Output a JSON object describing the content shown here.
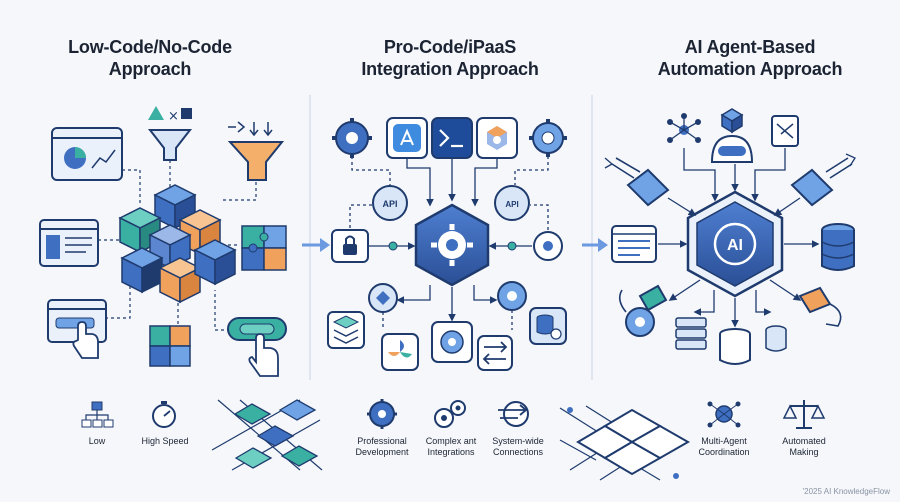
{
  "sections": [
    {
      "id": "low-code",
      "title_line1": "Low-Code/No-Code",
      "title_line2": "Approach",
      "features": [
        "Low",
        "High Speed"
      ]
    },
    {
      "id": "pro-code",
      "title_line1": "Pro-Code/iPaaS",
      "title_line2": "Integration Approach",
      "node_labels": [
        "API",
        "API"
      ],
      "features": [
        {
          "line1": "Professional",
          "line2": "Development"
        },
        {
          "line1": "Complex ant",
          "line2": "Integrations"
        },
        {
          "line1": "System-wide",
          "line2": "Connections"
        }
      ]
    },
    {
      "id": "ai-agent",
      "title_line1": "AI Agent-Based",
      "title_line2": "Automation Approach",
      "hub_label": "AI",
      "features": [
        {
          "line1": "Multi-Agent",
          "line2": "Coordination"
        },
        {
          "line1": "Automated",
          "line2": "Making"
        }
      ]
    }
  ],
  "credit": "'2025 AI KnowledgeFlow",
  "colors": {
    "navy": "#1f3b6e",
    "blue": "#3f6fc1",
    "light_blue": "#d8e6f7",
    "teal": "#3ab0a2",
    "orange": "#f0a15c",
    "background": "#f5f7fb"
  }
}
